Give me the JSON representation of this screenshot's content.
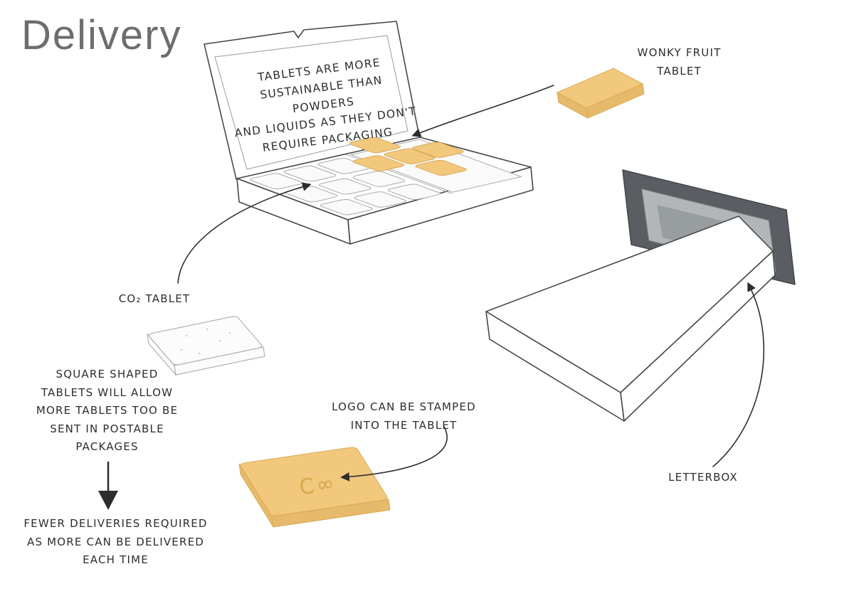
{
  "title": "Delivery",
  "colors": {
    "ink": "#2d2d2d",
    "outline": "#474747",
    "title-gray": "#6d6d6d",
    "tablet-orange": "#f2c87d",
    "tablet-orange-side": "#e7b96a",
    "tablet-orange-stroke": "#d9ab58",
    "logo-orange": "#d9a74e",
    "tablet-white": "#fafafa",
    "letterbox-dark": "#5a5e62",
    "letterbox-mid": "#b3b6b8"
  },
  "annotations": {
    "lid_note": "TABLETS ARE MORE\nSUSTAINABLE THAN POWDERS\nAND LIQUIDS AS THEY DON'T\nREQUIRE PACKAGING",
    "wonky_fruit_label": "WONKY FRUIT\nTABLET",
    "co2_label": "CO₂ TABLET",
    "square_note": "SQUARE SHAPED\nTABLETS WILL ALLOW\nMORE TABLETS TOO BE\nSENT IN POSTABLE\nPACKAGES",
    "fewer_note": "FEWER DELIVERIES REQUIRED\nAS MORE CAN BE DELIVERED\nEACH TIME",
    "logo_note": "LOGO CAN BE STAMPED\nINTO THE TABLET",
    "letterbox_label": "LETTERBOX",
    "tablet_logo": "C∞"
  }
}
